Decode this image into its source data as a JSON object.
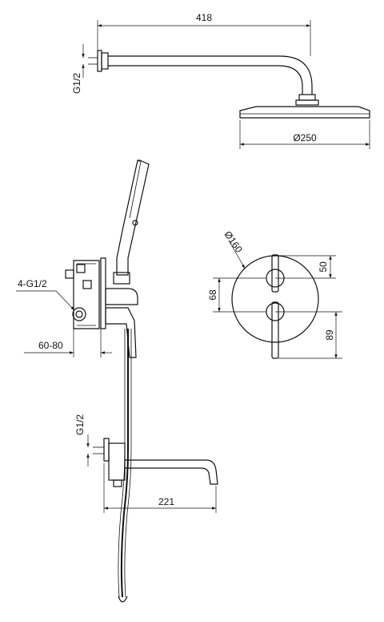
{
  "dimensions": {
    "arm_length": "418",
    "arm_thread": "G1/2",
    "head_diameter": "Ø250",
    "plate_diameter": "Ø160",
    "handle_offset_top": "50",
    "handle_spacing": "68",
    "handle_offset_bottom": "89",
    "body_threads": "4-G1/2",
    "wall_depth": "60-80",
    "spout_thread": "G1/2",
    "spout_length": "221"
  }
}
